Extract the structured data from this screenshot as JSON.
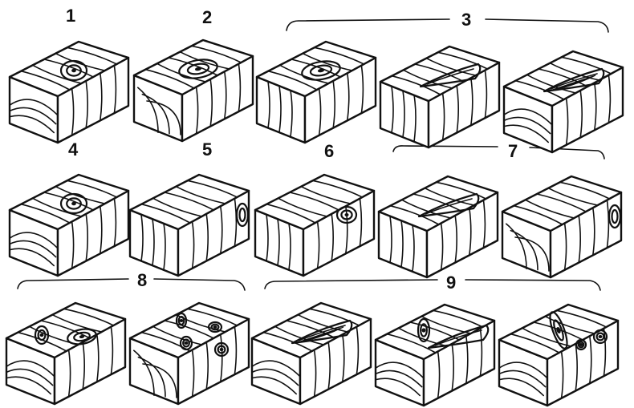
{
  "figure": {
    "labels": [
      "1",
      "2",
      "3",
      "4",
      "5",
      "6",
      "7",
      "8",
      "9"
    ],
    "blocks": [
      {
        "group": "1",
        "top": "round-knot",
        "end": "growth-rings"
      },
      {
        "group": "2",
        "top": "oval-knot",
        "end": "diagonal-grain"
      },
      {
        "group": "3",
        "top": "oval-knot",
        "end": "vertical-grain"
      },
      {
        "group": "3",
        "top": "splay-knot",
        "end": "vertical-grain"
      },
      {
        "group": "3",
        "top": "splay-knot-dark",
        "end": "growth-rings"
      },
      {
        "group": "4",
        "top": "round-knot",
        "end": "growth-rings"
      },
      {
        "group": "5",
        "top": "plain",
        "end": "vertical-grain",
        "side": "edge-knot"
      },
      {
        "group": "6",
        "top": "edge-knot",
        "end": "vertical-grain"
      },
      {
        "group": "7",
        "top": "splay-knot",
        "end": "vertical-grain"
      },
      {
        "group": "7",
        "top": "plain",
        "end": "diagonal-grain",
        "side": "edge-knot"
      },
      {
        "group": "8",
        "top": "two-knots",
        "end": "growth-rings"
      },
      {
        "group": "8",
        "top": "four-knots",
        "end": "diagonal-grain"
      },
      {
        "group": "9",
        "top": "splay-knot-dark",
        "end": "growth-rings"
      },
      {
        "group": "9",
        "top": "oval-and-splay-knot",
        "end": "growth-rings"
      },
      {
        "group": "9",
        "top": "splay-and-round-knots",
        "end": "growth-rings"
      }
    ]
  }
}
